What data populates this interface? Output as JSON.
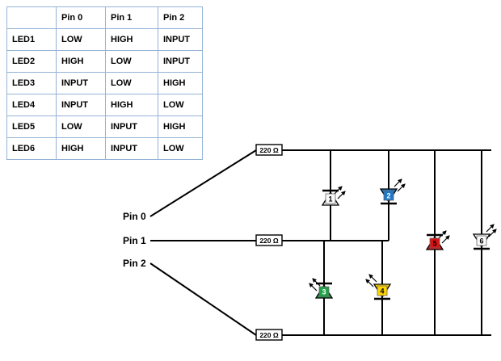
{
  "table": {
    "col_headers": [
      "Pin 0",
      "Pin 1",
      "Pin 2"
    ],
    "rows": [
      {
        "label": "LED1",
        "pin0": "LOW",
        "pin1": "HIGH",
        "pin2": "INPUT"
      },
      {
        "label": "LED2",
        "pin0": "HIGH",
        "pin1": "LOW",
        "pin2": "INPUT"
      },
      {
        "label": "LED3",
        "pin0": "INPUT",
        "pin1": "LOW",
        "pin2": "HIGH"
      },
      {
        "label": "LED4",
        "pin0": "INPUT",
        "pin1": "HIGH",
        "pin2": "LOW"
      },
      {
        "label": "LED5",
        "pin0": "LOW",
        "pin1": "INPUT",
        "pin2": "HIGH"
      },
      {
        "label": "LED6",
        "pin0": "HIGH",
        "pin1": "INPUT",
        "pin2": "LOW"
      }
    ]
  },
  "circuit": {
    "resistor_label": "220 Ω",
    "pins": [
      {
        "label": "Pin 0"
      },
      {
        "label": "Pin 1"
      },
      {
        "label": "Pin 2"
      }
    ],
    "leds": [
      {
        "number": "1",
        "color": "#fafafa",
        "number_color": "#000000",
        "direction": "up"
      },
      {
        "number": "2",
        "color": "#1f78c8",
        "number_color": "#ffffff",
        "direction": "down"
      },
      {
        "number": "3",
        "color": "#21a249",
        "number_color": "#ffffff",
        "direction": "up"
      },
      {
        "number": "4",
        "color": "#ffd400",
        "number_color": "#000000",
        "direction": "down"
      },
      {
        "number": "5",
        "color": "#dd1111",
        "number_color": "#000000",
        "direction": "up"
      },
      {
        "number": "6",
        "color": "#fafafa",
        "number_color": "#000000",
        "direction": "down"
      }
    ]
  }
}
